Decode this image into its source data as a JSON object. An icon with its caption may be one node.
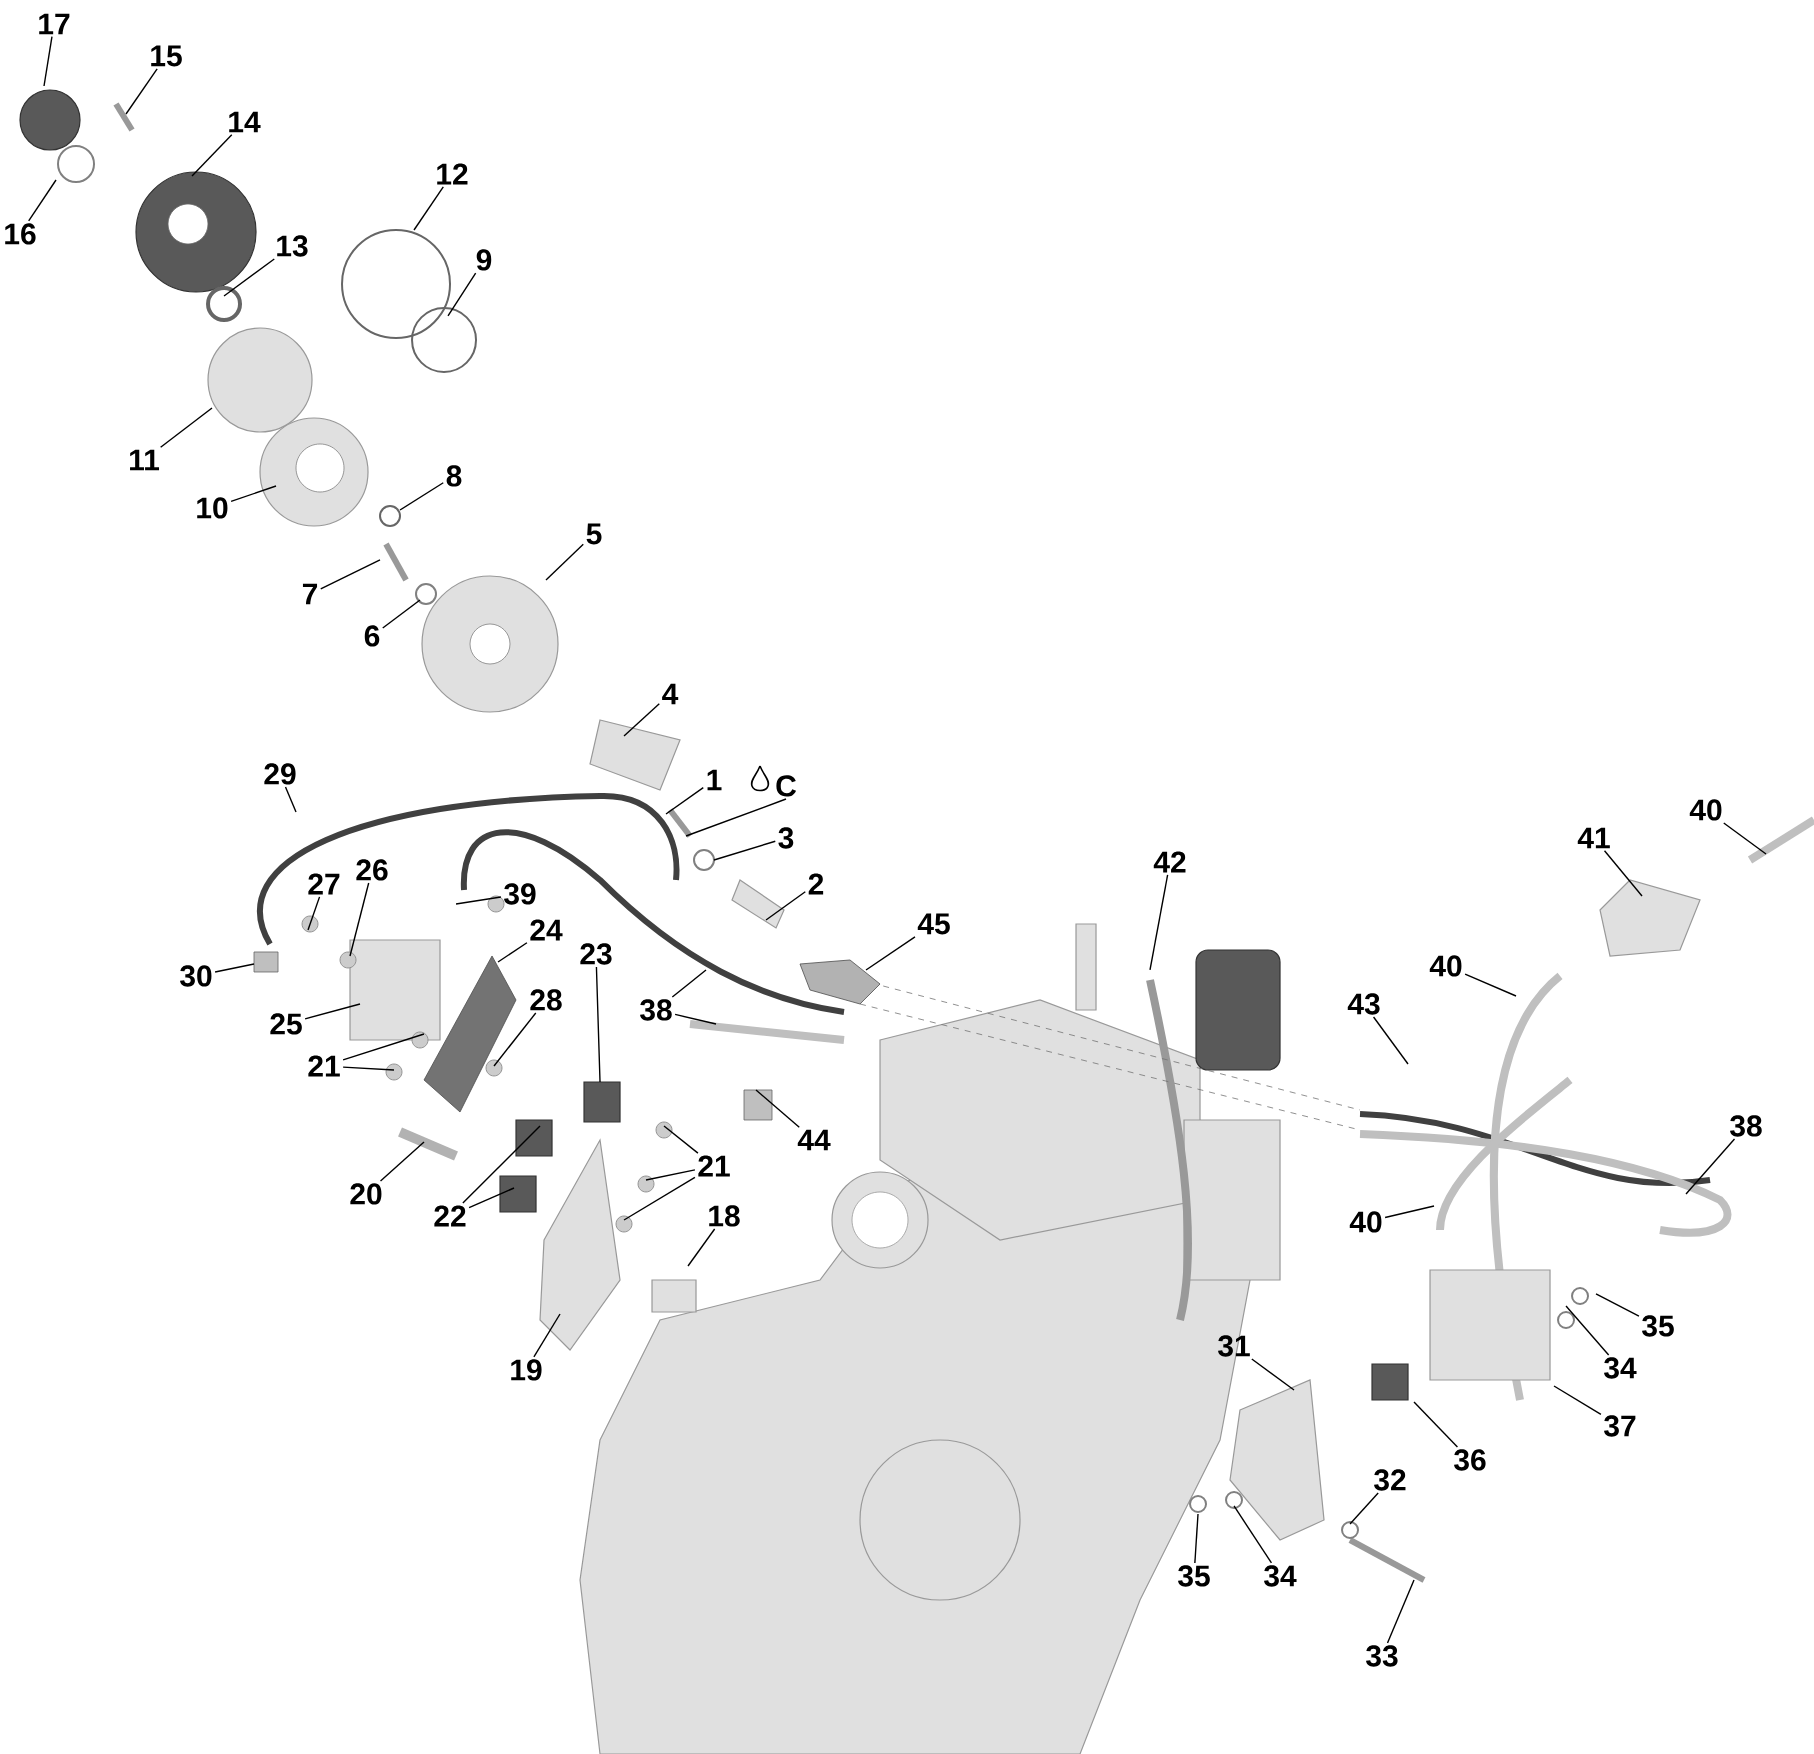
{
  "diagram": {
    "nodes": [
      {
        "text": [
          "17"
        ]
      },
      {
        "text": [
          "15"
        ]
      },
      {
        "text": [
          "14"
        ]
      },
      {
        "text": [
          "16"
        ]
      },
      {
        "text": [
          "12"
        ]
      },
      {
        "text": [
          "13"
        ]
      },
      {
        "text": [
          "9"
        ]
      },
      {
        "text": [
          "11"
        ]
      },
      {
        "text": [
          "8"
        ]
      },
      {
        "text": [
          "10"
        ]
      },
      {
        "text": [
          "5"
        ]
      },
      {
        "text": [
          "7"
        ]
      },
      {
        "text": [
          "6"
        ]
      },
      {
        "text": [
          "4"
        ]
      },
      {
        "text": [
          "29"
        ]
      },
      {
        "text": [
          "1"
        ]
      },
      {
        "text": [
          "C"
        ]
      },
      {
        "text": [
          "3"
        ]
      },
      {
        "text": [
          "27"
        ]
      },
      {
        "text": [
          "26"
        ]
      },
      {
        "text": [
          "39"
        ]
      },
      {
        "text": [
          "2"
        ]
      },
      {
        "text": [
          "45"
        ]
      },
      {
        "text": [
          "30"
        ]
      },
      {
        "text": [
          "24"
        ]
      },
      {
        "text": [
          "23"
        ]
      },
      {
        "text": [
          "38"
        ]
      },
      {
        "text": [
          "28"
        ]
      },
      {
        "text": [
          "25"
        ]
      },
      {
        "text": [
          "21"
        ]
      },
      {
        "text": [
          "44"
        ]
      },
      {
        "text": [
          "20"
        ]
      },
      {
        "text": [
          "21"
        ]
      },
      {
        "text": [
          "22"
        ]
      },
      {
        "text": [
          "18"
        ]
      },
      {
        "text": [
          "19"
        ]
      },
      {
        "text": [
          "42"
        ]
      },
      {
        "text": [
          "41"
        ]
      },
      {
        "text": [
          "40"
        ]
      },
      {
        "text": [
          "40"
        ]
      },
      {
        "text": [
          "43"
        ]
      },
      {
        "text": [
          "38"
        ]
      },
      {
        "text": [
          "40"
        ]
      },
      {
        "text": [
          "35"
        ]
      },
      {
        "text": [
          "34"
        ]
      },
      {
        "text": [
          "37"
        ]
      },
      {
        "text": [
          "31"
        ]
      },
      {
        "text": [
          "36"
        ]
      },
      {
        "text": [
          "32"
        ]
      },
      {
        "text": [
          "35"
        ]
      },
      {
        "text": [
          "34"
        ]
      },
      {
        "text": [
          "33"
        ]
      }
    ],
    "edges": [
      {
        "from": 0,
        "to": null,
        "arrow": "none"
      },
      {
        "from": 1,
        "to": null,
        "arrow": "none"
      },
      {
        "from": 2,
        "to": null,
        "arrow": "none"
      },
      {
        "from": 3,
        "to": null,
        "arrow": "none"
      },
      {
        "from": 4,
        "to": null,
        "arrow": "none"
      },
      {
        "from": 5,
        "to": null,
        "arrow": "none"
      },
      {
        "from": 6,
        "to": null,
        "arrow": "none"
      },
      {
        "from": 7,
        "to": null,
        "arrow": "none"
      },
      {
        "from": 8,
        "to": null,
        "arrow": "none"
      },
      {
        "from": 9,
        "to": null,
        "arrow": "none"
      },
      {
        "from": 10,
        "to": null,
        "arrow": "none"
      },
      {
        "from": 11,
        "to": null,
        "arrow": "none"
      },
      {
        "from": 12,
        "to": null,
        "arrow": "none"
      },
      {
        "from": 13,
        "to": null,
        "arrow": "none"
      },
      {
        "from": 14,
        "to": null,
        "arrow": "none"
      },
      {
        "from": 15,
        "to": null,
        "arrow": "none"
      },
      {
        "from": 16,
        "to": null,
        "arrow": "none"
      },
      {
        "from": 17,
        "to": null,
        "arrow": "none"
      },
      {
        "from": 18,
        "to": null,
        "arrow": "none"
      },
      {
        "from": 19,
        "to": null,
        "arrow": "none"
      },
      {
        "from": 20,
        "to": null,
        "arrow": "none"
      },
      {
        "from": 21,
        "to": null,
        "arrow": "none"
      },
      {
        "from": 22,
        "to": null,
        "arrow": "none"
      },
      {
        "from": 23,
        "to": null,
        "arrow": "none"
      },
      {
        "from": 24,
        "to": null,
        "arrow": "none"
      },
      {
        "from": 25,
        "to": null,
        "arrow": "none"
      },
      {
        "from": 26,
        "to": null,
        "arrow": "none"
      },
      {
        "from": 26,
        "to": null,
        "arrow": "none"
      },
      {
        "from": 27,
        "to": null,
        "arrow": "none"
      },
      {
        "from": 28,
        "to": null,
        "arrow": "none"
      },
      {
        "from": 29,
        "to": null,
        "arrow": "none"
      },
      {
        "from": 29,
        "to": null,
        "arrow": "none"
      },
      {
        "from": 30,
        "to": null,
        "arrow": "none"
      },
      {
        "from": 31,
        "to": null,
        "arrow": "none"
      },
      {
        "from": 32,
        "to": null,
        "arrow": "none"
      },
      {
        "from": 32,
        "to": null,
        "arrow": "none"
      },
      {
        "from": 32,
        "to": null,
        "arrow": "none"
      },
      {
        "from": 33,
        "to": null,
        "arrow": "none"
      },
      {
        "from": 33,
        "to": null,
        "arrow": "none"
      },
      {
        "from": 34,
        "to": null,
        "arrow": "none"
      },
      {
        "from": 35,
        "to": null,
        "arrow": "none"
      },
      {
        "from": 36,
        "to": null,
        "arrow": "none"
      },
      {
        "from": 37,
        "to": null,
        "arrow": "none"
      },
      {
        "from": 38,
        "to": null,
        "arrow": "none"
      },
      {
        "from": 39,
        "to": null,
        "arrow": "none"
      },
      {
        "from": 40,
        "to": null,
        "arrow": "none"
      },
      {
        "from": 41,
        "to": null,
        "arrow": "none"
      },
      {
        "from": 42,
        "to": null,
        "arrow": "none"
      },
      {
        "from": 43,
        "to": null,
        "arrow": "none"
      },
      {
        "from": 44,
        "to": null,
        "arrow": "none"
      },
      {
        "from": 45,
        "to": null,
        "arrow": "none"
      },
      {
        "from": 46,
        "to": null,
        "arrow": "none"
      },
      {
        "from": 47,
        "to": null,
        "arrow": "none"
      },
      {
        "from": 48,
        "to": null,
        "arrow": "none"
      },
      {
        "from": 49,
        "to": null,
        "arrow": "none"
      },
      {
        "from": 50,
        "to": null,
        "arrow": "none"
      },
      {
        "from": 51,
        "to": null,
        "arrow": "none"
      }
    ]
  }
}
